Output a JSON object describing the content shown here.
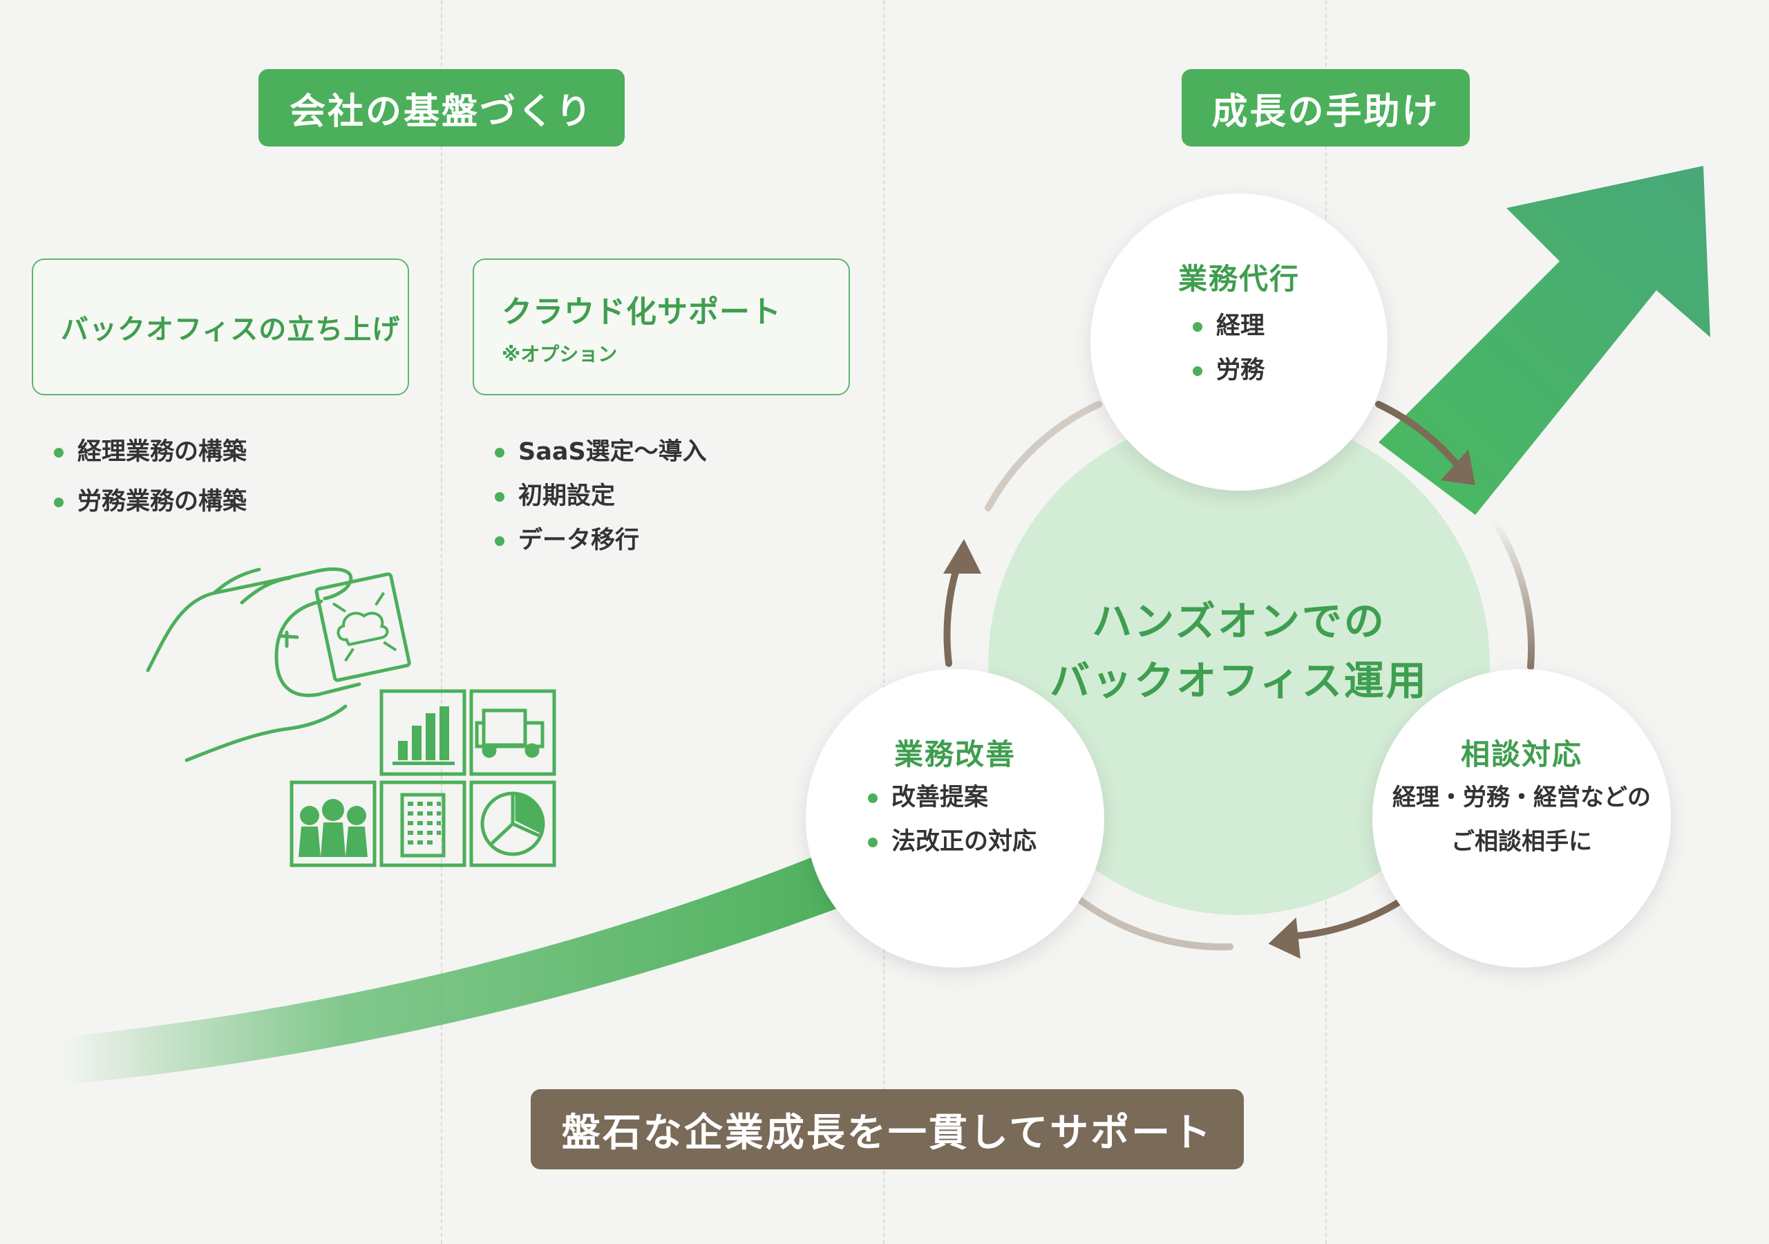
{
  "headers": {
    "left": "会社の基盤づくり",
    "right": "成長の手助け"
  },
  "left_boxes": [
    {
      "title": "バックオフィスの立ち上げ",
      "items": [
        "経理業務の構築",
        "労務業務の構築"
      ]
    },
    {
      "title": "クラウド化サポート",
      "subtitle": "※オプション",
      "items": [
        "SaaS選定～導入",
        "初期設定",
        "データ移行"
      ]
    }
  ],
  "center": {
    "line1": "ハンズオンでの",
    "line2": "バックオフィス運用"
  },
  "circles": {
    "top": {
      "title": "業務代行",
      "items": [
        "経理",
        "労務"
      ]
    },
    "left": {
      "title": "業務改善",
      "items": [
        "改善提案",
        "法改正の対応"
      ]
    },
    "right": {
      "title": "相談対応",
      "line1": "経理・労務・経営などの",
      "line2": "ご相談相手に"
    }
  },
  "footer": "盤石な企業成長を一貫してサポート",
  "colors": {
    "green": "#4caf5b",
    "green_dark": "#3f9e4f",
    "pale_green": "#d3ecd5",
    "brown": "#7a6a58",
    "arrow_brown": "#7d6a58",
    "background": "#f4f5f2"
  },
  "icons": [
    "hand-icon",
    "cloud-icon",
    "bar-chart-icon",
    "truck-icon",
    "people-icon",
    "building-icon",
    "pie-chart-icon"
  ]
}
